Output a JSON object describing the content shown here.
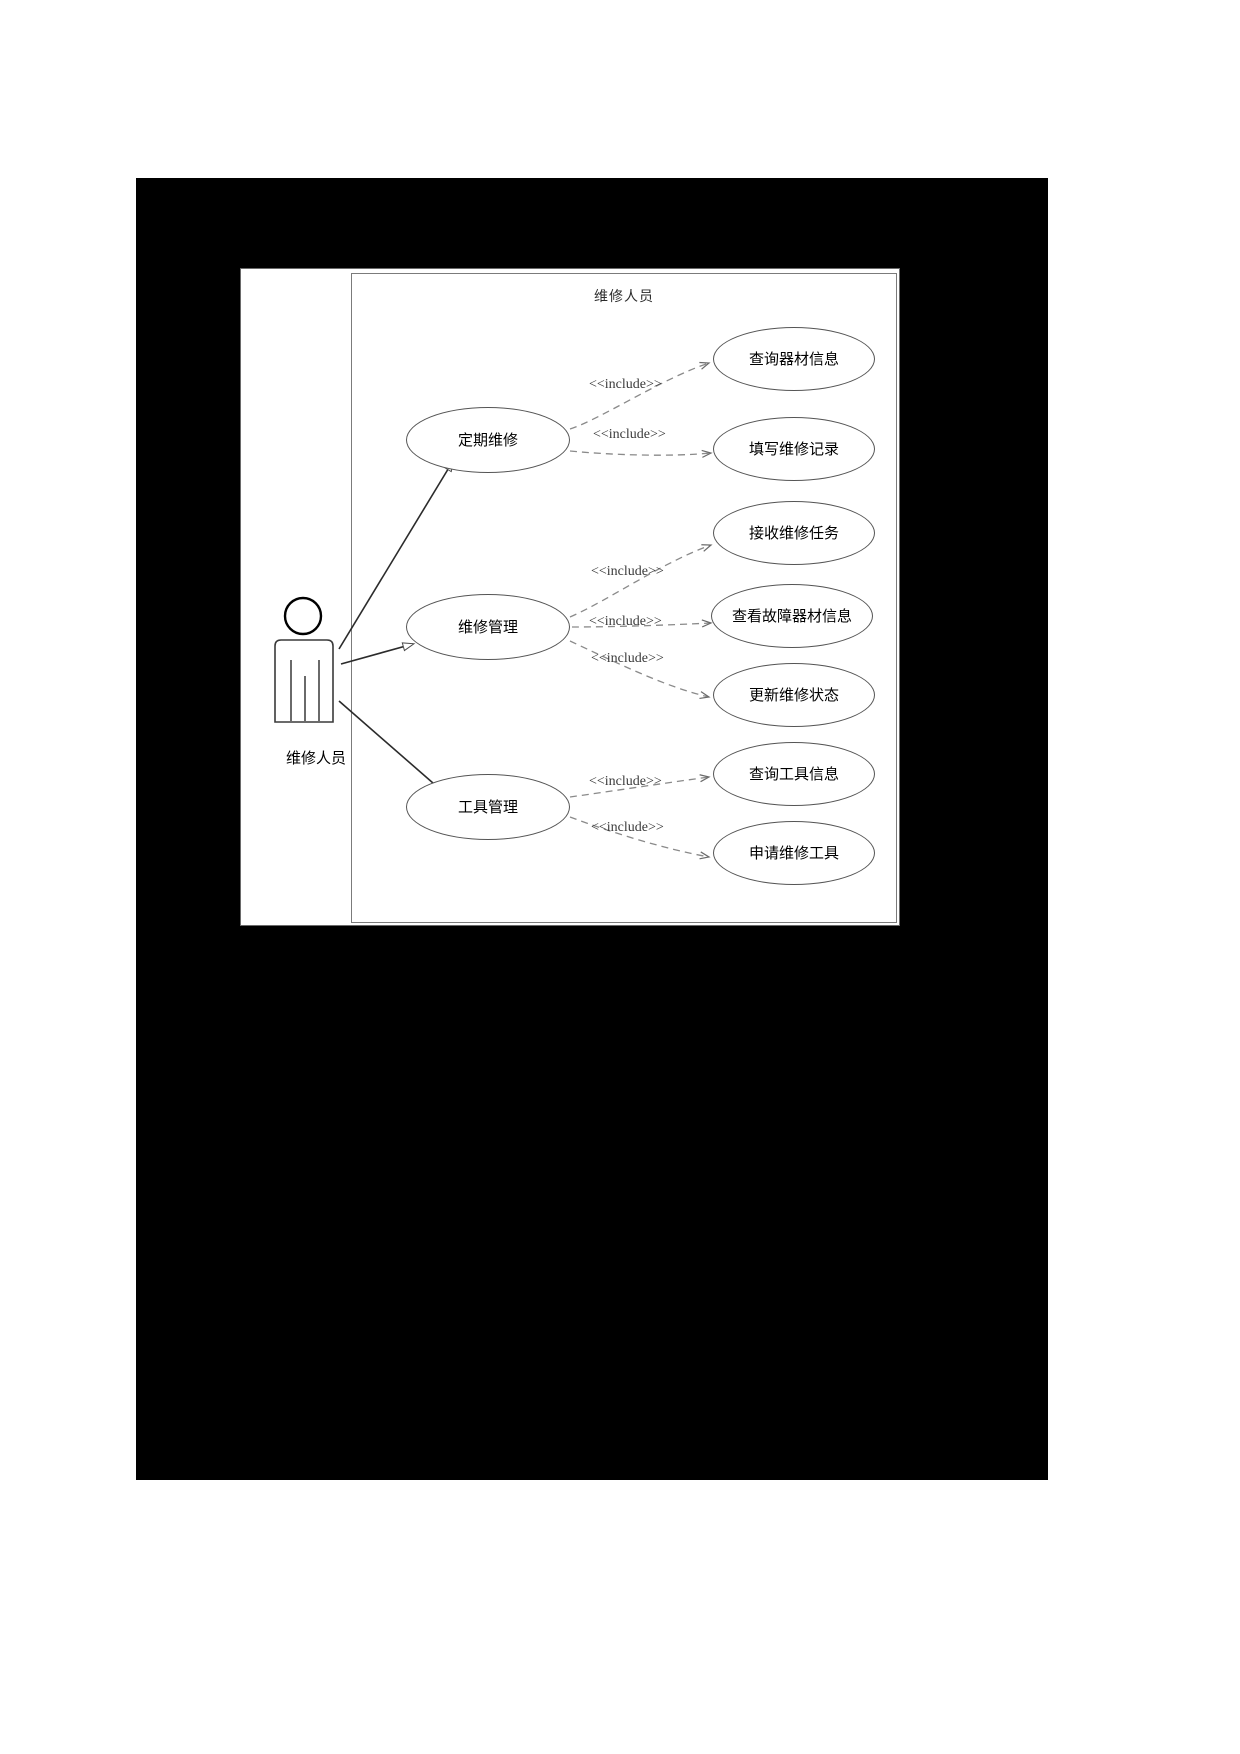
{
  "diagram": {
    "kind": "uml-use-case-diagram",
    "system_boundary_label": "维修人员",
    "actor": {
      "name": "维修人员",
      "icon": "stick-figure-actor-icon"
    },
    "primary_use_cases": [
      {
        "id": "uc-periodic-maintenance",
        "label": "定期维修"
      },
      {
        "id": "uc-maintenance-management",
        "label": "维修管理"
      },
      {
        "id": "uc-tool-management",
        "label": "工具管理"
      }
    ],
    "included_use_cases": [
      {
        "id": "uc-query-equipment-info",
        "label": "查询器材信息"
      },
      {
        "id": "uc-fill-maintenance-record",
        "label": "填写维修记录"
      },
      {
        "id": "uc-receive-maintenance-task",
        "label": "接收维修任务"
      },
      {
        "id": "uc-view-faulty-equipment-info",
        "label": "查看故障器材信息"
      },
      {
        "id": "uc-update-maintenance-status",
        "label": "更新维修状态"
      },
      {
        "id": "uc-query-tool-info",
        "label": "查询工具信息"
      },
      {
        "id": "uc-request-maintenance-tool",
        "label": "申请维修工具"
      }
    ],
    "include_stereotype": "<<include>>",
    "include_labels": [
      "<<include>>",
      "<<include>>",
      "<<include>>",
      "<<include>>",
      "<<include>>",
      "<<include>>",
      "<<include>>"
    ],
    "colors": {
      "page_frame": "#000000",
      "canvas": "#ffffff",
      "stroke": "#555555",
      "text": "#000000"
    }
  }
}
